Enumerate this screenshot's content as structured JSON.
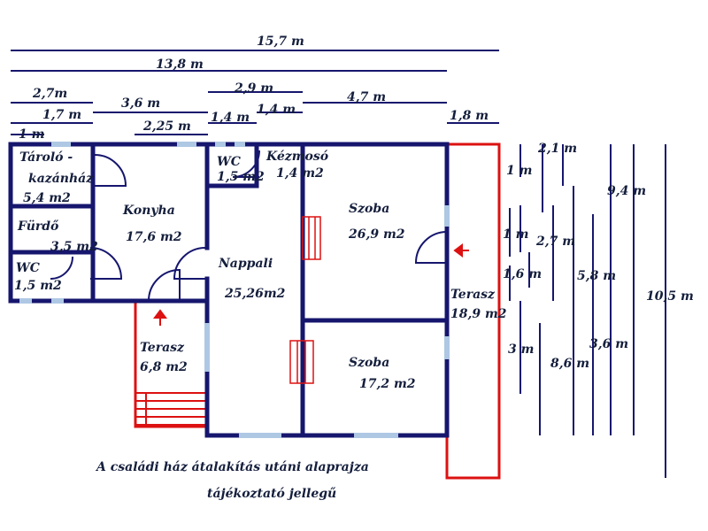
{
  "dimensions": {
    "top": [
      "15,7 m",
      "13,8 m",
      "2,7m",
      "1,7 m",
      "3,6 m",
      "2,9 m",
      "2,25 m",
      "1,4 m",
      "1,4 m",
      "4,7 m",
      "1,8 m",
      "1 m"
    ],
    "right": [
      "2,1 m",
      "1 m",
      "9,4 m",
      "1 m",
      "2,7 m",
      "1,6 m",
      "5,8 m",
      "10,5 m",
      "3 m",
      "3,6 m",
      "8,6 m"
    ]
  },
  "rooms": {
    "taroló_line1": "Tároló -",
    "taroló_line2": "kazánház",
    "taroló_area": "5,4 m2",
    "furdo_name": "Fürdő",
    "furdo_area": "3,5 m2",
    "wc1_name": "WC",
    "wc1_area": "1,5 m2",
    "konyha_name": "Konyha",
    "konyha_area": "17,6 m2",
    "wc2_name": "WC",
    "wc2_area": "1,5 m2",
    "kezmoso_name": "Kézmosó",
    "kezmoso_area": "1,4 m2",
    "nappali_name": "Nappali",
    "nappali_area": "25,26m2",
    "szoba1_name": "Szoba",
    "szoba1_area": "26,9 m2",
    "szoba2_name": "Szoba",
    "szoba2_area": "17,2 m2",
    "terasz1_name": "Terasz",
    "terasz1_area": "6,8 m2",
    "terasz2_name": "Terasz",
    "terasz2_area": "18,9 m2"
  },
  "caption": {
    "line1": "A családi ház átalakítás utáni alaprajza",
    "line2": "tájékoztató jellegű"
  },
  "colors": {
    "wall": "#16166e",
    "terrace": "#dd1111",
    "window": "#aec8e4",
    "text": "#141e3c"
  }
}
